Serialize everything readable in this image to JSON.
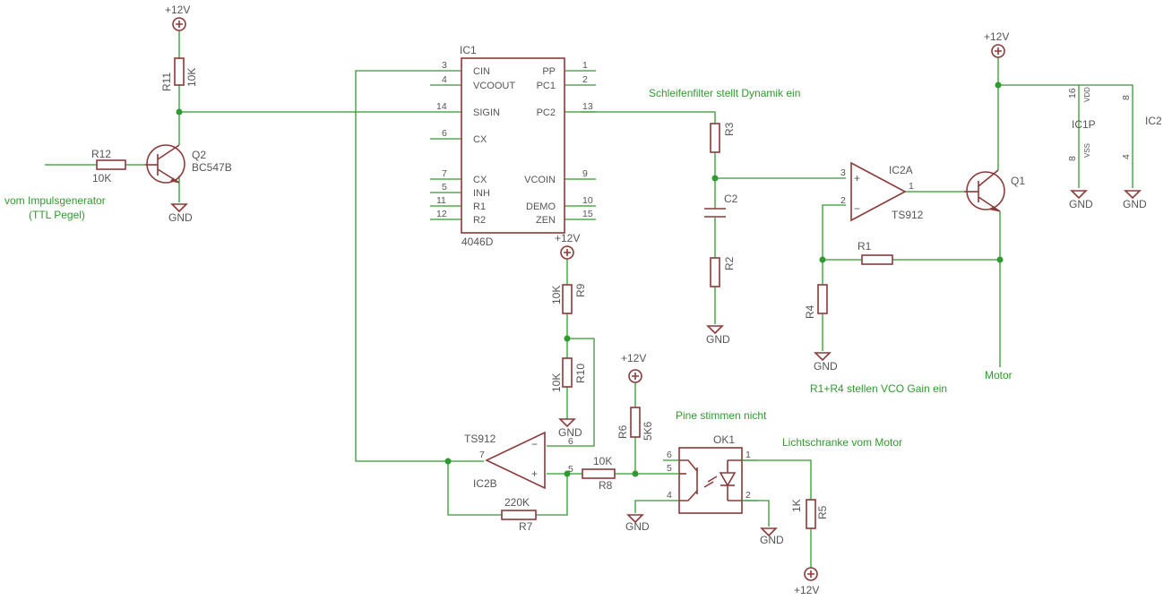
{
  "colors": {
    "wire": "#2f9a2f",
    "component": "#8b3a3a",
    "label": "#555555",
    "note": "#2f9a2f"
  },
  "supply": "+12V",
  "ground": "GND",
  "ic1": {
    "name": "IC1",
    "part": "4046D",
    "left_pins": [
      {
        "num": "3",
        "label": "CIN"
      },
      {
        "num": "4",
        "label": "VCOOUT"
      },
      {
        "num": "14",
        "label": "SIGIN"
      },
      {
        "num": "6",
        "label": "CX"
      },
      {
        "num": "7",
        "label": "CX"
      },
      {
        "num": "5",
        "label": "INH"
      },
      {
        "num": "11",
        "label": "R1"
      },
      {
        "num": "12",
        "label": "R2"
      }
    ],
    "right_pins": [
      {
        "num": "1",
        "label": "PP"
      },
      {
        "num": "2",
        "label": "PC1"
      },
      {
        "num": "13",
        "label": "PC2"
      },
      {
        "num": "9",
        "label": "VCOIN"
      },
      {
        "num": "10",
        "label": "DEMO"
      },
      {
        "num": "15",
        "label": "ZEN"
      }
    ]
  },
  "ic2a": {
    "name": "IC2A",
    "part": "TS912",
    "pin_in_plus": "3",
    "pin_in_minus": "2",
    "pin_out": "1"
  },
  "ic2b": {
    "name": "IC2B",
    "part": "TS912",
    "pin_in_plus": "5",
    "pin_in_minus": "6",
    "pin_out": "7"
  },
  "ic1p": {
    "name": "IC1P",
    "pin_vdd": "16",
    "vdd": "VDD",
    "pin_vss": "8",
    "vss": "VSS"
  },
  "ic2p": {
    "name": "IC2",
    "pin_top": "8",
    "pin_bottom": "4"
  },
  "ok1": {
    "name": "OK1",
    "pin_tl": "6",
    "pin_ml": "5",
    "pin_bl": "4",
    "pin_tr": "1",
    "pin_br": "2"
  },
  "transistors": {
    "q1": {
      "name": "Q1"
    },
    "q2": {
      "name": "Q2",
      "part": "BC547B"
    }
  },
  "resistors": {
    "r11": {
      "name": "R11",
      "value": "10K"
    },
    "r12": {
      "name": "R12",
      "value": "10K"
    },
    "r3": {
      "name": "R3"
    },
    "r2": {
      "name": "R2"
    },
    "r1": {
      "name": "R1"
    },
    "r4": {
      "name": "R4"
    },
    "r9": {
      "name": "R9",
      "value": "10K"
    },
    "r10": {
      "name": "R10",
      "value": "10K"
    },
    "r6": {
      "name": "R6",
      "value": "5K6"
    },
    "r8": {
      "name": "R8",
      "value": "10K"
    },
    "r7": {
      "name": "R7",
      "value": "220K"
    },
    "r5": {
      "name": "R5",
      "value": "1K"
    }
  },
  "capacitors": {
    "c2": {
      "name": "C2"
    }
  },
  "notes": {
    "input_line1": "vom Impulsgenerator",
    "input_line2": "(TTL Pegel)",
    "loop_filter": "Schleifenfilter stellt Dynamik ein",
    "vco_gain": "R1+R4 stellen VCO Gain ein",
    "motor": "Motor",
    "pins_wrong": "Pine stimmen nicht",
    "light_barrier": "Lichtschranke vom Motor"
  }
}
